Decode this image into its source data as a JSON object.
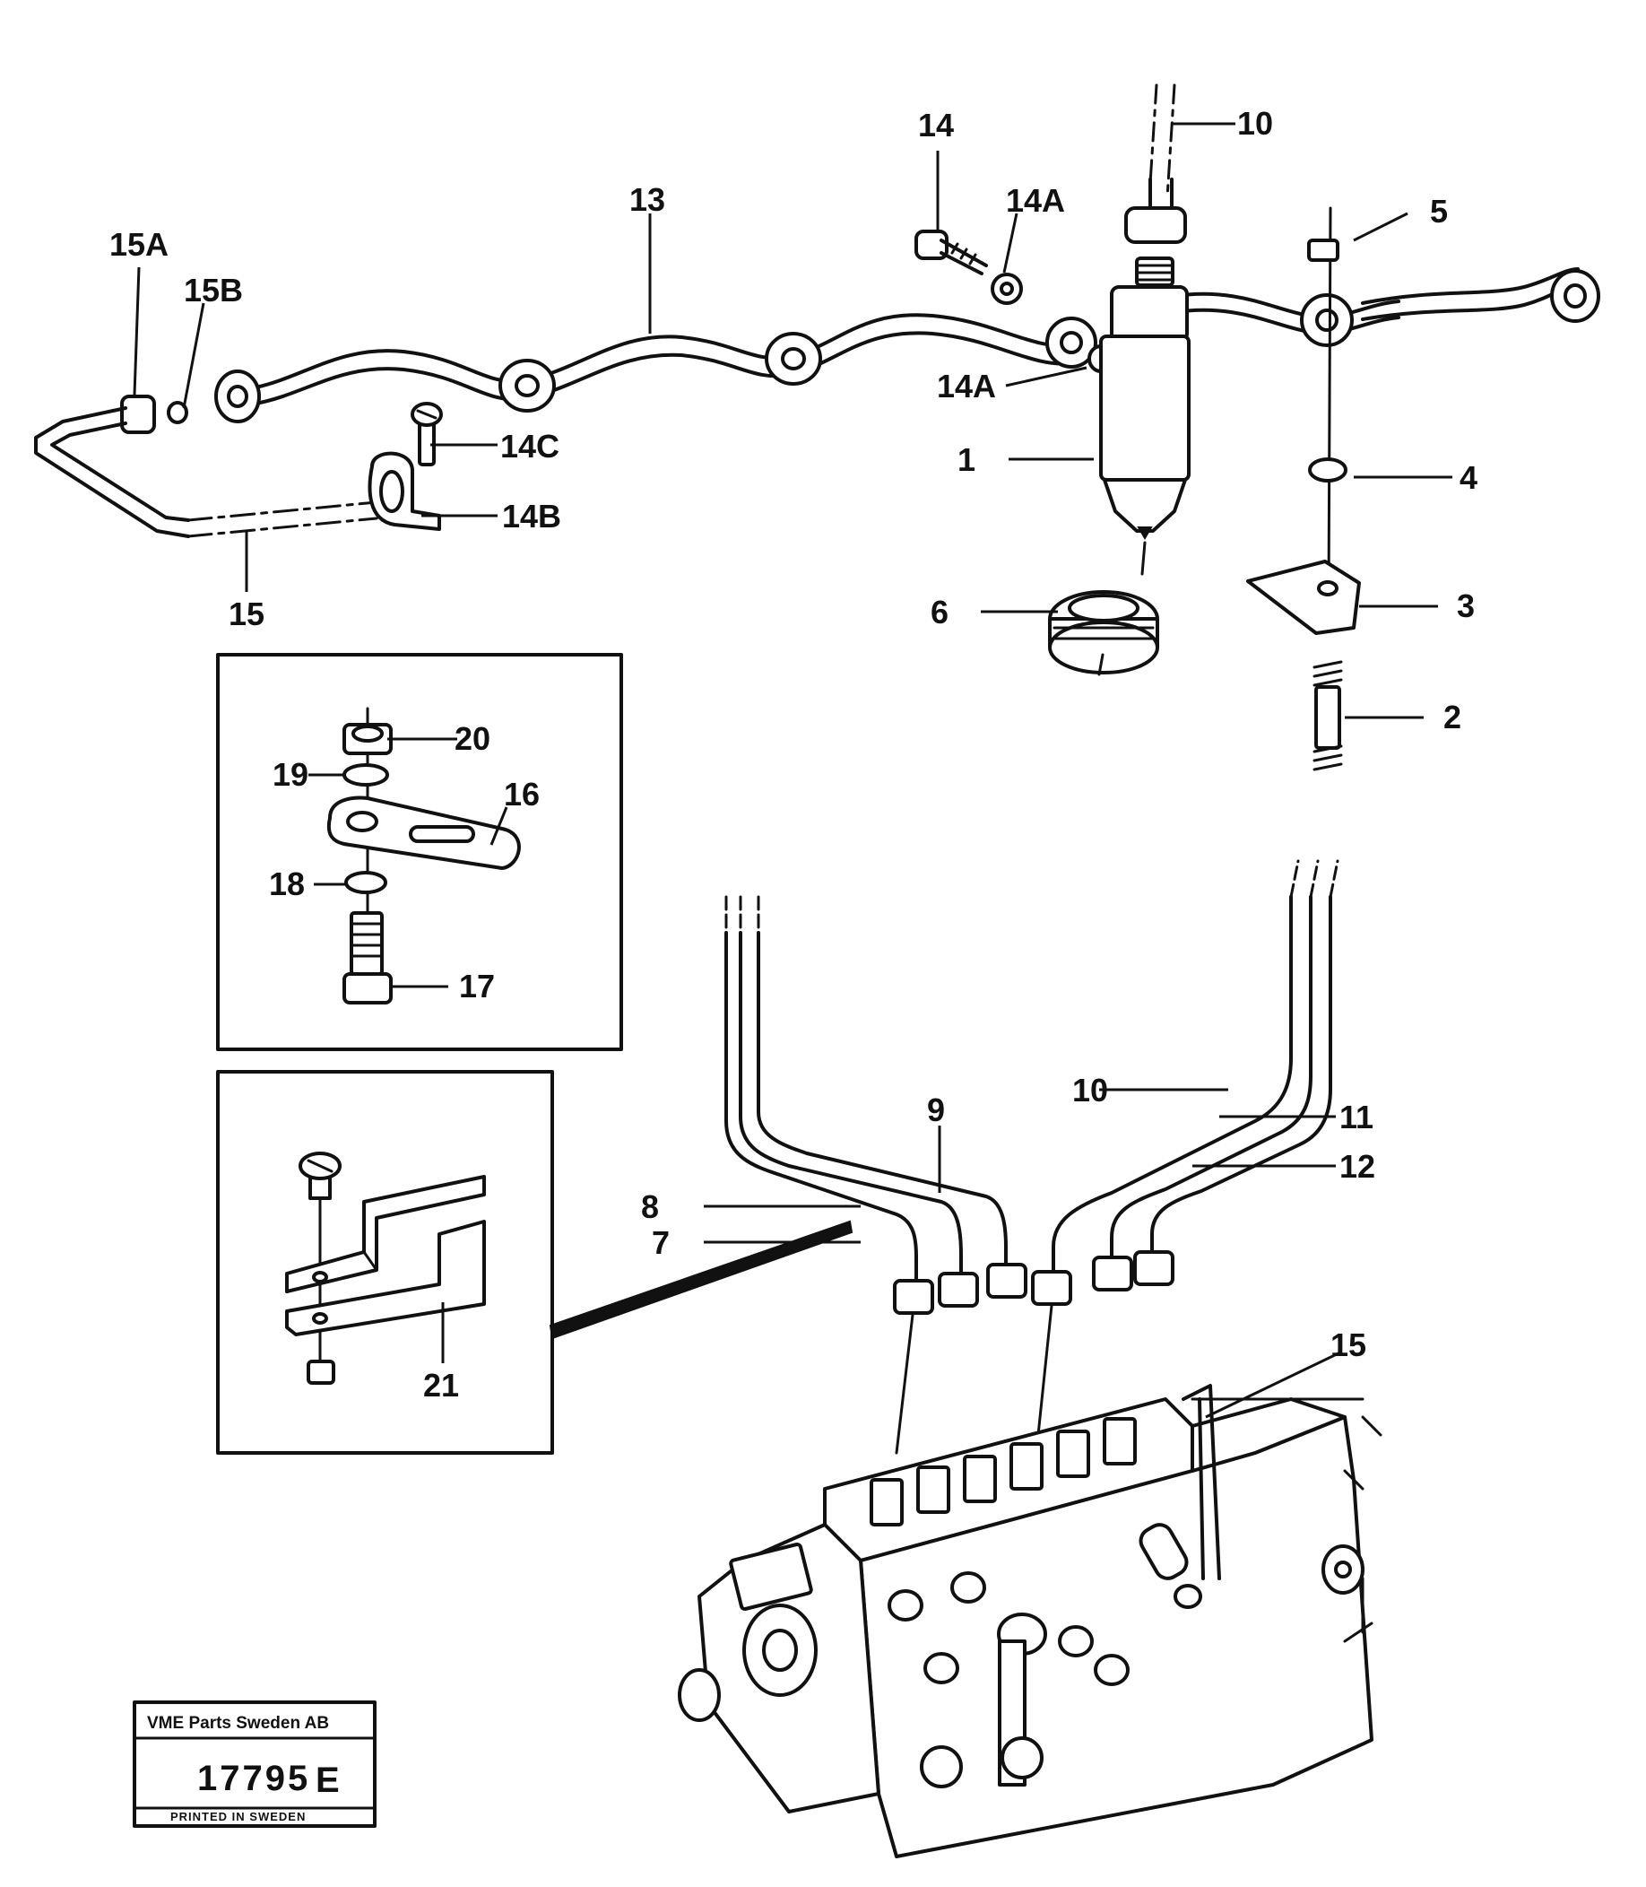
{
  "callouts": {
    "c1": "1",
    "c2": "2",
    "c3": "3",
    "c4": "4",
    "c5": "5",
    "c6": "6",
    "c7": "7",
    "c8": "8",
    "c9": "9",
    "c10_top": "10",
    "c10_lines": "10",
    "c11": "11",
    "c12": "12",
    "c13": "13",
    "c14": "14",
    "c14a_top": "14A",
    "c14a_bottom": "14A",
    "c14b": "14B",
    "c14c": "14C",
    "c15_top": "15",
    "c15_bottom": "15",
    "c15a": "15A",
    "c15b": "15B",
    "c16": "16",
    "c17": "17",
    "c18": "18",
    "c19": "19",
    "c20": "20",
    "c21": "21"
  },
  "stamp": {
    "company": "VME Parts Sweden AB",
    "number": "17795",
    "suffix": "E",
    "printed": "PRINTED IN SWEDEN"
  }
}
